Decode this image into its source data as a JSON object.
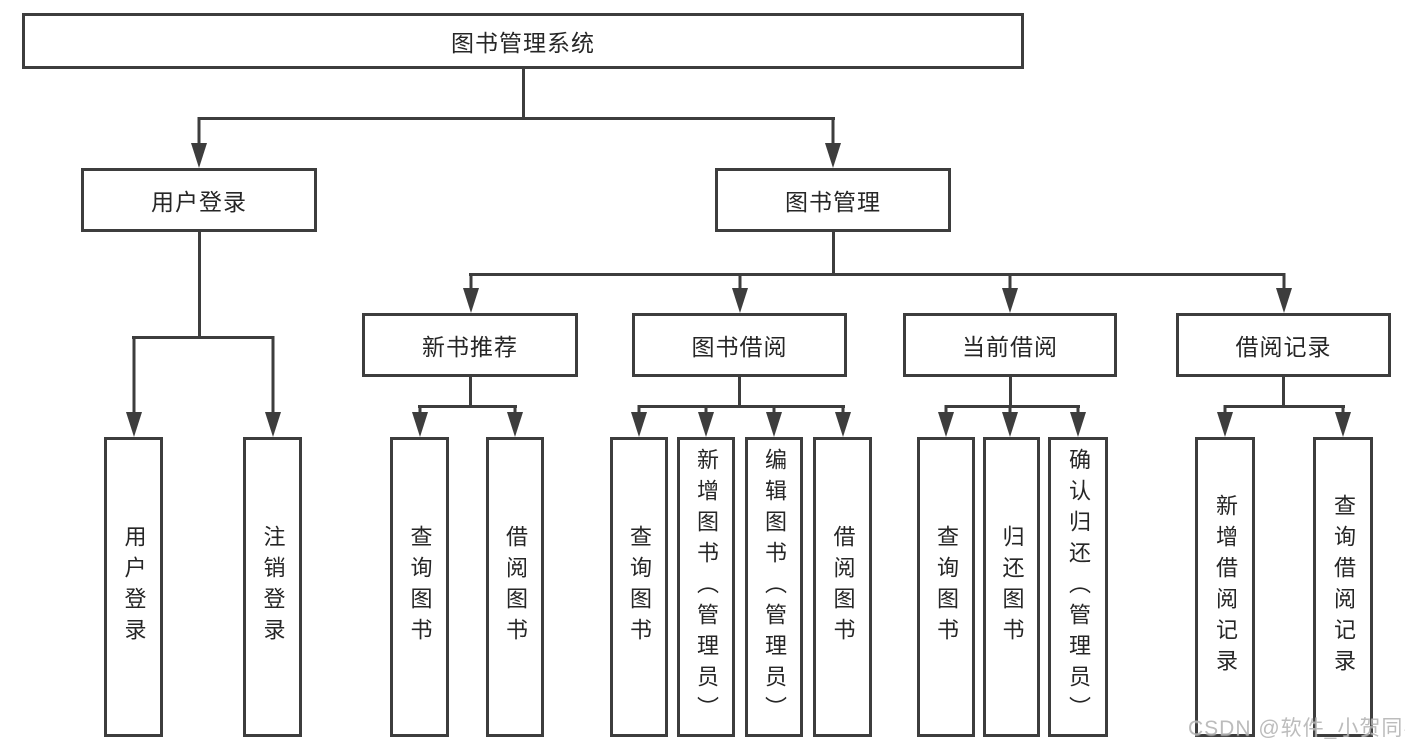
{
  "tree": {
    "root": {
      "label": "图书管理系统"
    },
    "branches": [
      {
        "label": "用户登录",
        "children": [
          {
            "label": "用户登录"
          },
          {
            "label": "注销登录"
          }
        ]
      },
      {
        "label": "图书管理",
        "children": [
          {
            "label": "新书推荐",
            "children": [
              {
                "label": "查询图书"
              },
              {
                "label": "借阅图书"
              }
            ]
          },
          {
            "label": "图书借阅",
            "children": [
              {
                "label": "查询图书"
              },
              {
                "label": "新增图书（管理员）"
              },
              {
                "label": "编辑图书（管理员）"
              },
              {
                "label": "借阅图书"
              }
            ]
          },
          {
            "label": "当前借阅",
            "children": [
              {
                "label": "查询图书"
              },
              {
                "label": "归还图书"
              },
              {
                "label": "确认归还（管理员）"
              }
            ]
          },
          {
            "label": "借阅记录",
            "children": [
              {
                "label": "新增借阅记录"
              },
              {
                "label": "查询借阅记录"
              }
            ]
          }
        ]
      }
    ]
  },
  "watermark": {
    "text": "CSDN @软件_小贺同学"
  },
  "colors": {
    "line": "#3d3d3d",
    "text": "#262626",
    "watermark": "#b5b5b5",
    "background": "#ffffff"
  }
}
